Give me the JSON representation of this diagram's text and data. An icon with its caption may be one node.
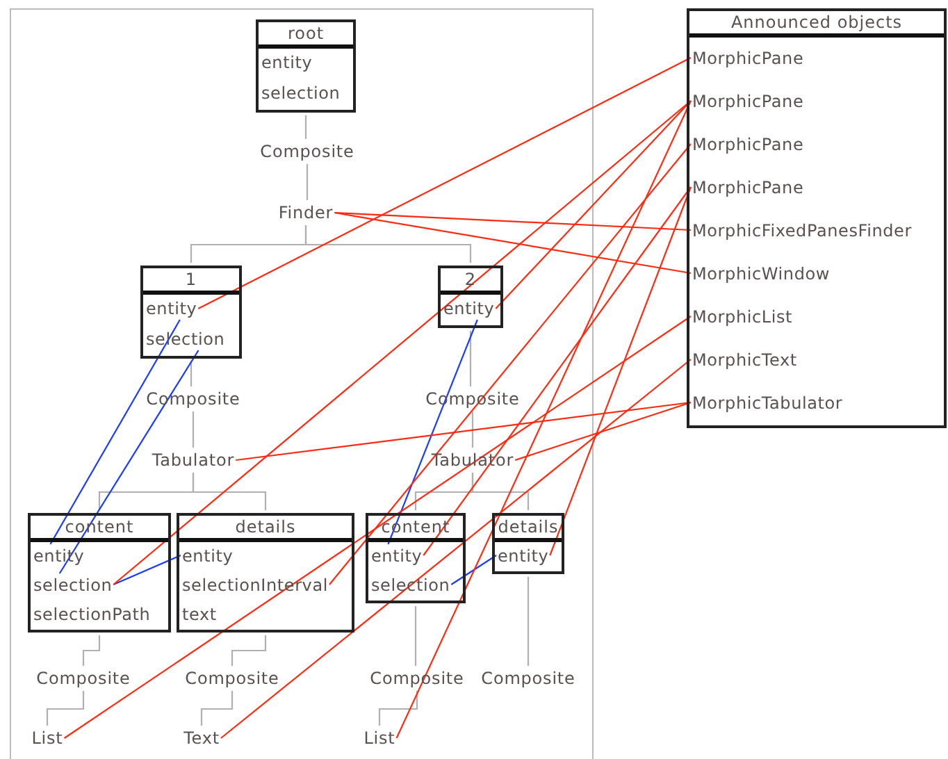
{
  "diagram": {
    "nodes": [
      {
        "text": [
          "root"
        ]
      },
      {
        "text": [
          "entity"
        ],
        "in": 0
      },
      {
        "text": [
          "selection"
        ],
        "in": 0
      },
      {
        "text": [
          "Composite"
        ]
      },
      {
        "text": [
          "Finder"
        ]
      },
      {
        "text": [
          "1"
        ]
      },
      {
        "text": [
          "entity"
        ],
        "in": 5
      },
      {
        "text": [
          "selection"
        ],
        "in": 5
      },
      {
        "text": [
          "2"
        ]
      },
      {
        "text": [
          "entity"
        ],
        "in": 8
      },
      {
        "text": [
          "Composite"
        ]
      },
      {
        "text": [
          "Tabulator"
        ]
      },
      {
        "text": [
          "Composite"
        ]
      },
      {
        "text": [
          "Tabulator"
        ]
      },
      {
        "text": [
          "content"
        ]
      },
      {
        "text": [
          "entity"
        ],
        "in": 14
      },
      {
        "text": [
          "selection"
        ],
        "in": 14
      },
      {
        "text": [
          "selectionPath"
        ],
        "in": 14
      },
      {
        "text": [
          "details"
        ]
      },
      {
        "text": [
          "entity"
        ],
        "in": 18
      },
      {
        "text": [
          "selectionInterval"
        ],
        "in": 18
      },
      {
        "text": [
          "text"
        ],
        "in": 18
      },
      {
        "text": [
          "content"
        ]
      },
      {
        "text": [
          "entity"
        ],
        "in": 22
      },
      {
        "text": [
          "selection"
        ],
        "in": 22
      },
      {
        "text": [
          "details"
        ]
      },
      {
        "text": [
          "entity"
        ],
        "in": 25
      },
      {
        "text": [
          "Composite"
        ]
      },
      {
        "text": [
          "Composite"
        ]
      },
      {
        "text": [
          "Composite"
        ]
      },
      {
        "text": [
          "Composite"
        ]
      },
      {
        "text": [
          "List"
        ]
      },
      {
        "text": [
          "Text"
        ]
      },
      {
        "text": [
          "List"
        ]
      },
      {
        "text": [
          "Announced objects"
        ]
      },
      {
        "text": [
          "MorphicPane"
        ],
        "in": 34
      },
      {
        "text": [
          "MorphicPane"
        ],
        "in": 34
      },
      {
        "text": [
          "MorphicPane"
        ],
        "in": 34
      },
      {
        "text": [
          "MorphicPane"
        ],
        "in": 34
      },
      {
        "text": [
          "MorphicFixedPanesFinder"
        ],
        "in": 34
      },
      {
        "text": [
          "MorphicWindow"
        ],
        "in": 34
      },
      {
        "text": [
          "MorphicList"
        ],
        "in": 34
      },
      {
        "text": [
          "MorphicText"
        ],
        "in": 34
      },
      {
        "text": [
          "MorphicTabulator"
        ],
        "in": 34
      }
    ],
    "edges": [
      {
        "from": 0,
        "to": 3,
        "arrow": "none"
      },
      {
        "from": 3,
        "to": 4,
        "arrow": "none"
      },
      {
        "from": 4,
        "to": 5,
        "arrow": "none"
      },
      {
        "from": 4,
        "to": 8,
        "arrow": "none"
      },
      {
        "from": 5,
        "to": 10,
        "arrow": "none"
      },
      {
        "from": 10,
        "to": 11,
        "arrow": "none"
      },
      {
        "from": 11,
        "to": 14,
        "arrow": "none"
      },
      {
        "from": 11,
        "to": 18,
        "arrow": "none"
      },
      {
        "from": 8,
        "to": 12,
        "arrow": "none"
      },
      {
        "from": 12,
        "to": 13,
        "arrow": "none"
      },
      {
        "from": 13,
        "to": 22,
        "arrow": "none"
      },
      {
        "from": 13,
        "to": 25,
        "arrow": "none"
      },
      {
        "from": 14,
        "to": 27,
        "arrow": "none"
      },
      {
        "from": 27,
        "to": 31,
        "arrow": "none"
      },
      {
        "from": 18,
        "to": 28,
        "arrow": "none"
      },
      {
        "from": 28,
        "to": 32,
        "arrow": "none"
      },
      {
        "from": 22,
        "to": 29,
        "arrow": "none"
      },
      {
        "from": 29,
        "to": 33,
        "arrow": "none"
      },
      {
        "from": 25,
        "to": 30,
        "arrow": "none"
      },
      {
        "from": 6,
        "to": 15,
        "arrow": "none",
        "color": "#1a3cff"
      },
      {
        "from": 7,
        "to": 16,
        "arrow": "none",
        "color": "#1a3cff"
      },
      {
        "from": 16,
        "to": 19,
        "arrow": "none",
        "color": "#1a3cff"
      },
      {
        "from": 9,
        "to": 23,
        "arrow": "none",
        "color": "#1a3cff"
      },
      {
        "from": 24,
        "to": 26,
        "arrow": "none",
        "color": "#1a3cff"
      },
      {
        "from": 4,
        "to": 39,
        "arrow": "none",
        "color": "#ff2a10"
      },
      {
        "from": 4,
        "to": 40,
        "arrow": "none",
        "color": "#ff2a10"
      },
      {
        "from": 6,
        "to": 35,
        "arrow": "none",
        "color": "#ff2a10"
      },
      {
        "from": 9,
        "to": 36,
        "arrow": "none",
        "color": "#ff2a10"
      },
      {
        "from": 11,
        "to": 43,
        "arrow": "none",
        "color": "#ff2a10"
      },
      {
        "from": 13,
        "to": 43,
        "arrow": "none",
        "color": "#ff2a10"
      },
      {
        "from": 31,
        "to": 41,
        "arrow": "none",
        "color": "#ff2a10"
      },
      {
        "from": 32,
        "to": 42,
        "arrow": "none",
        "color": "#ff2a10"
      },
      {
        "from": 33,
        "to": 36,
        "arrow": "none",
        "color": "#ff2a10"
      },
      {
        "from": 16,
        "to": 36,
        "arrow": "none",
        "color": "#ff2a10"
      },
      {
        "from": 20,
        "to": 37,
        "arrow": "none",
        "color": "#ff2a10"
      },
      {
        "from": 23,
        "to": 38,
        "arrow": "none",
        "color": "#ff2a10"
      },
      {
        "from": 26,
        "to": 38,
        "arrow": "none",
        "color": "#ff2a10"
      }
    ]
  }
}
